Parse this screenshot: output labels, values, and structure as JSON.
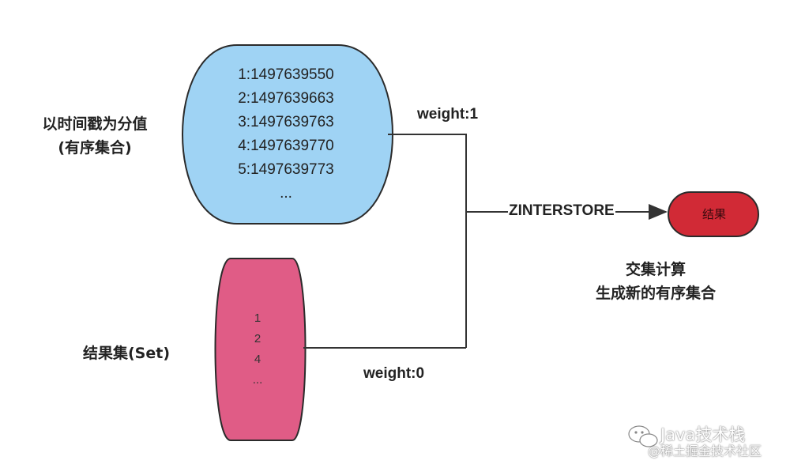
{
  "zset": {
    "caption_line1": "以时间戳为分值",
    "caption_line2": "(有序集合)",
    "members": [
      "1:1497639550",
      "2:1497639663",
      "3:1497639763",
      "4:1497639770",
      "5:1497639773",
      "..."
    ]
  },
  "set": {
    "caption": "结果集(Set)",
    "members": [
      "1",
      "2",
      "4",
      "..."
    ]
  },
  "edges": {
    "weight_zset": "weight:1",
    "weight_set": "weight:0",
    "operation": "ZINTERSTORE"
  },
  "result": {
    "label": "结果",
    "caption_line1": "交集计算",
    "caption_line2": "生成新的有序集合"
  },
  "watermark": {
    "account": "Java技术栈",
    "community": "@稀土掘金技术社区",
    "icon": "wechat-icon"
  },
  "colors": {
    "zset_fill": "#9fd3f4",
    "set_fill": "#e05c86",
    "result_fill": "#d12a36",
    "line": "#333333"
  }
}
